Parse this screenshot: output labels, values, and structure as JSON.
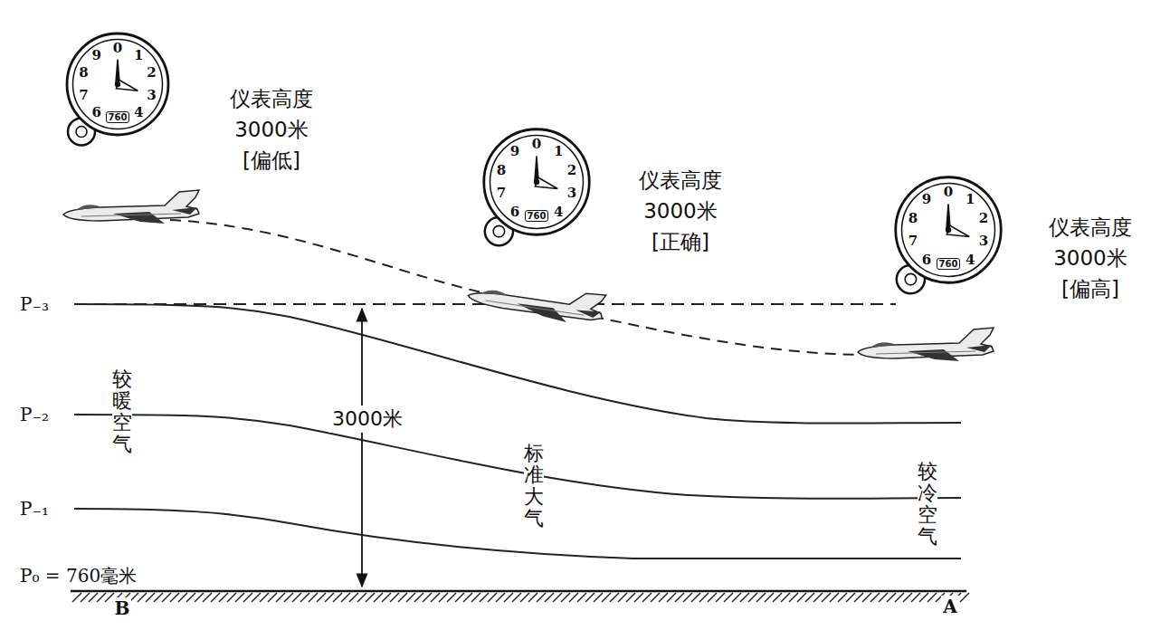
{
  "diagram": {
    "labels": [
      "0",
      "1",
      "2",
      "3",
      "4",
      "6",
      "7",
      "8",
      "9",
      "760",
      "仪表高度 3000米 [偏低]",
      "0",
      "1",
      "2",
      "3",
      "4",
      "6",
      "7",
      "8",
      "9",
      "760",
      "仪表高度 3000米 [正确]",
      "0",
      "1",
      "2",
      "3",
      "4",
      "6",
      "7",
      "8",
      "9",
      "760",
      "仪表高度 3000米 [偏高]",
      "P₋₃",
      "较暖空气",
      "P₋₂",
      "3000米",
      "标准大气",
      "较冷空气",
      "P₋₁",
      "P₀ = 760毫米",
      "B",
      "A"
    ]
  }
}
